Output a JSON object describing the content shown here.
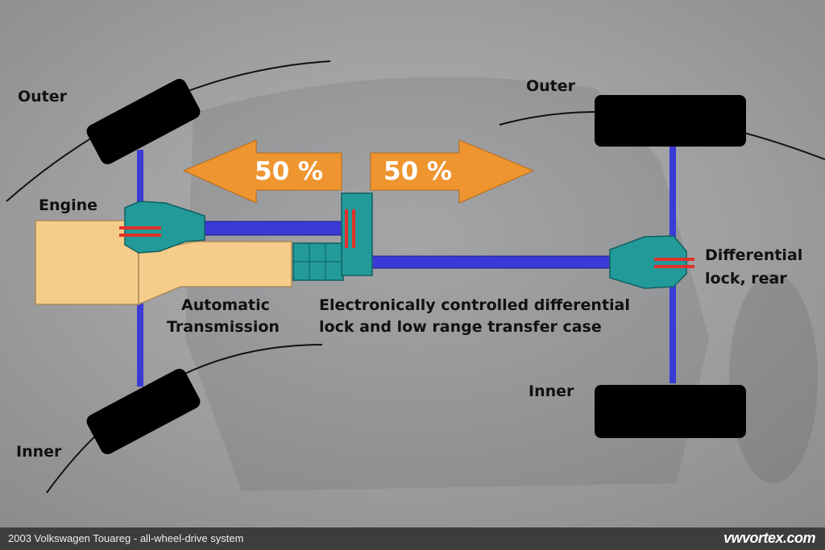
{
  "labels": {
    "front_outer": "Outer",
    "front_inner": "Inner",
    "rear_outer": "Outer",
    "rear_inner": "Inner",
    "engine": "Engine",
    "transmission_line1": "Automatic",
    "transmission_line2": "Transmission",
    "transfer_line1": "Electronically controlled differential",
    "transfer_line2": "lock and low range transfer case",
    "rear_diff_line1": "Differential",
    "rear_diff_line2": "lock, rear"
  },
  "split": {
    "front": "50 %",
    "rear": "50 %"
  },
  "footer": {
    "caption": "2003 Volkswagen Touareg - all-wheel-drive system",
    "brand": "vwvortex.com"
  },
  "colors": {
    "background": "#9a9b9d",
    "shaft": "#3a3ad6",
    "housing": "#229a9a",
    "engine_block": "#f6cc8a",
    "arrow": "#ee9530",
    "lock": "#e0322a",
    "tyre": "#000000"
  }
}
